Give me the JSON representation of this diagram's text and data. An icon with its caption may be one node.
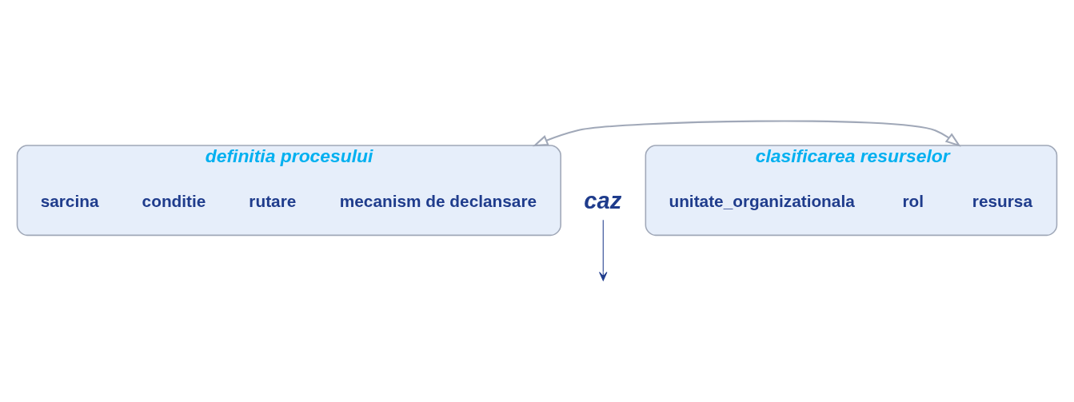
{
  "diagram": {
    "nodes": [
      {
        "text": [
          "definitia procesului"
        ]
      },
      {
        "text": [
          "mecanism de declansare"
        ],
        "in": 0
      },
      {
        "text": [
          "rutare"
        ],
        "in": 0
      },
      {
        "text": [
          "conditie"
        ],
        "in": 0
      },
      {
        "text": [
          "sarcina"
        ],
        "in": 0
      },
      {
        "text": [
          "caz"
        ]
      },
      {
        "text": [
          "clasificarea resurselor"
        ]
      },
      {
        "text": [
          "resursa"
        ],
        "in": 6
      },
      {
        "text": [
          "rol"
        ],
        "in": 6
      },
      {
        "text": [
          "unitate_organizationala"
        ],
        "in": 6
      }
    ],
    "edges": [
      {
        "from": 0,
        "to": 6,
        "arrow": "both"
      },
      {
        "from": 5,
        "to": null,
        "arrow": "to",
        "color": "#1f3c8c"
      }
    ]
  }
}
